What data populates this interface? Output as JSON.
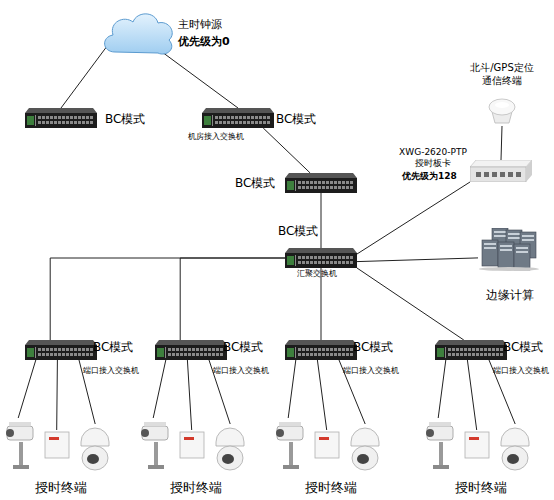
{
  "diagram": {
    "nodes": [
      {
        "text": [
          "主时钟源",
          "优先级为0"
        ]
      },
      {
        "text": [
          "BC模式"
        ]
      },
      {
        "text": [
          "BC模式",
          "机房接入交换机"
        ]
      },
      {
        "text": [
          "北斗/GPS定位 通信终端"
        ]
      },
      {
        "text": [
          "BC模式"
        ]
      },
      {
        "text": [
          "XWG-2620-PTP 授时板卡",
          "优先级为128"
        ]
      },
      {
        "text": [
          "BC模式",
          "汇聚交换机"
        ]
      },
      {
        "text": [
          "边缘计算"
        ]
      },
      {
        "text": [
          "BC模式",
          "端口接入交换机"
        ]
      },
      {
        "text": [
          "BC模式",
          "端口接入交换机"
        ]
      },
      {
        "text": [
          "BC模式",
          "端口接入交换机"
        ]
      },
      {
        "text": [
          "BC模式",
          "端口接入交换机"
        ]
      },
      {
        "text": [
          "授时终端"
        ]
      },
      {
        "text": [
          "授时终端"
        ]
      },
      {
        "text": [
          "授时终端"
        ]
      },
      {
        "text": [
          "授时终端"
        ]
      }
    ],
    "edges": [
      {
        "from": 0,
        "to": 1,
        "arrow": "none"
      },
      {
        "from": 0,
        "to": 2,
        "arrow": "none"
      },
      {
        "from": 2,
        "to": 4,
        "arrow": "none"
      },
      {
        "from": 4,
        "to": 6,
        "arrow": "none"
      },
      {
        "from": 3,
        "to": 5,
        "arrow": "none"
      },
      {
        "from": 5,
        "to": 6,
        "arrow": "none"
      },
      {
        "from": 7,
        "to": 6,
        "arrow": "none"
      },
      {
        "from": 6,
        "to": 8,
        "arrow": "none"
      },
      {
        "from": 6,
        "to": 9,
        "arrow": "none"
      },
      {
        "from": 6,
        "to": 10,
        "arrow": "none"
      },
      {
        "from": 6,
        "to": 11,
        "arrow": "none"
      },
      {
        "from": 8,
        "to": 12,
        "arrow": "none"
      },
      {
        "from": 8,
        "to": 12,
        "arrow": "none"
      },
      {
        "from": 8,
        "to": 12,
        "arrow": "none"
      },
      {
        "from": 9,
        "to": 13,
        "arrow": "none"
      },
      {
        "from": 9,
        "to": 13,
        "arrow": "none"
      },
      {
        "from": 9,
        "to": 13,
        "arrow": "none"
      },
      {
        "from": 10,
        "to": 14,
        "arrow": "none"
      },
      {
        "from": 10,
        "to": 14,
        "arrow": "none"
      },
      {
        "from": 10,
        "to": 14,
        "arrow": "none"
      },
      {
        "from": 11,
        "to": 15,
        "arrow": "none"
      },
      {
        "from": 11,
        "to": 15,
        "arrow": "none"
      },
      {
        "from": 11,
        "to": 15,
        "arrow": "none"
      }
    ]
  }
}
